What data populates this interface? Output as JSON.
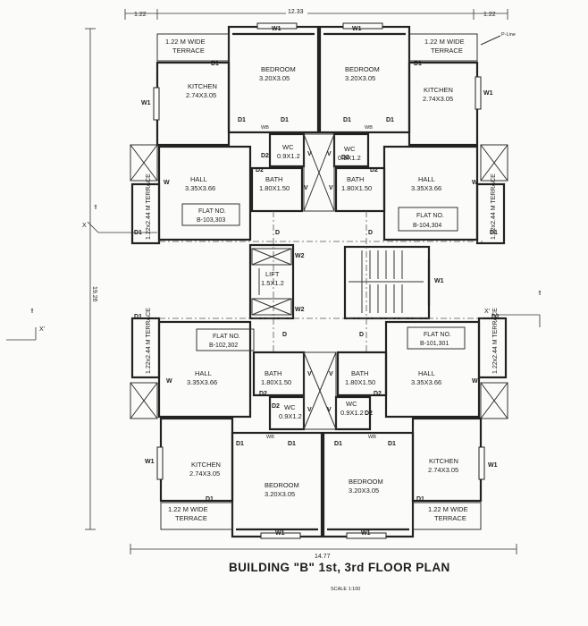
{
  "title": "BUILDING \"B\" 1st, 3rd FLOOR PLAN",
  "scale": "SCALE 1:100",
  "dims": {
    "top_total": "12.33",
    "top_left": "1.22",
    "top_right": "1.22",
    "bottom_total": "14.77",
    "left_total": "19.26"
  },
  "p_line": "P-Line",
  "section": {
    "x": "X",
    "x_prime": "X'"
  },
  "rooms": {
    "terrace_tl": [
      "1.22 M WIDE",
      "TERRACE"
    ],
    "terrace_tr": [
      "1.22 M WIDE",
      "TERRACE"
    ],
    "terrace_bl": [
      "1.22 M WIDE",
      "TERRACE"
    ],
    "terrace_br": [
      "1.22 M WIDE",
      "TERRACE"
    ],
    "bed_tl": [
      "BEDROOM",
      "3.20X3.05"
    ],
    "bed_tr": [
      "BEDROOM",
      "3.20X3.05"
    ],
    "bed_bl": [
      "BEDROOM",
      "3.20X3.05"
    ],
    "bed_br": [
      "BEDROOM",
      "3.20X3.05"
    ],
    "kit_tl": [
      "KITCHEN",
      "2.74X3.05"
    ],
    "kit_tr": [
      "KITCHEN",
      "2.74X3.05"
    ],
    "kit_bl": [
      "KITCHEN",
      "2.74X3.05"
    ],
    "kit_br": [
      "KITCHEN",
      "2.74X3.05"
    ],
    "wc_tl": [
      "WC",
      "0.9X1.2"
    ],
    "wc_tr": [
      "WC",
      "0.9X1.2"
    ],
    "wc_bl": [
      "WC",
      "0.9X1.2"
    ],
    "wc_br": [
      "WC",
      "0.9X1.2"
    ],
    "bath_tl": [
      "BATH",
      "1.80X1.50"
    ],
    "bath_tr": [
      "BATH",
      "1.80X1.50"
    ],
    "bath_bl": [
      "BATH",
      "1.80X1.50"
    ],
    "bath_br": [
      "BATH",
      "1.80X1.50"
    ],
    "hall_tl": [
      "HALL",
      "3.35X3.66"
    ],
    "hall_tr": [
      "HALL",
      "3.35X3.66"
    ],
    "hall_bl": [
      "HALL",
      "3.35X3.66"
    ],
    "hall_br": [
      "HALL",
      "3.35X3.66"
    ],
    "lift": [
      "LIFT",
      "1.5X1.2"
    ]
  },
  "side_terraces": {
    "tl": "1.22x2.44 M TERRACE",
    "tr": "1.22x2.44 M TERRACE",
    "bl": "1.22x2.44 M TERRACE",
    "br": "1.22x2.44 M TERRACE"
  },
  "flats": {
    "tl": [
      "FLAT NO.",
      "B-103,303"
    ],
    "tr": [
      "FLAT NO.",
      "B-104,304"
    ],
    "bl": [
      "FLAT NO.",
      "B-102,302"
    ],
    "br": [
      "FLAT NO.",
      "B-101,301"
    ]
  },
  "marks": {
    "w1": "W1",
    "w2": "W2",
    "w": "W",
    "d": "D",
    "d1": "D1",
    "d2": "D2",
    "v": "V",
    "wb": "WB"
  }
}
